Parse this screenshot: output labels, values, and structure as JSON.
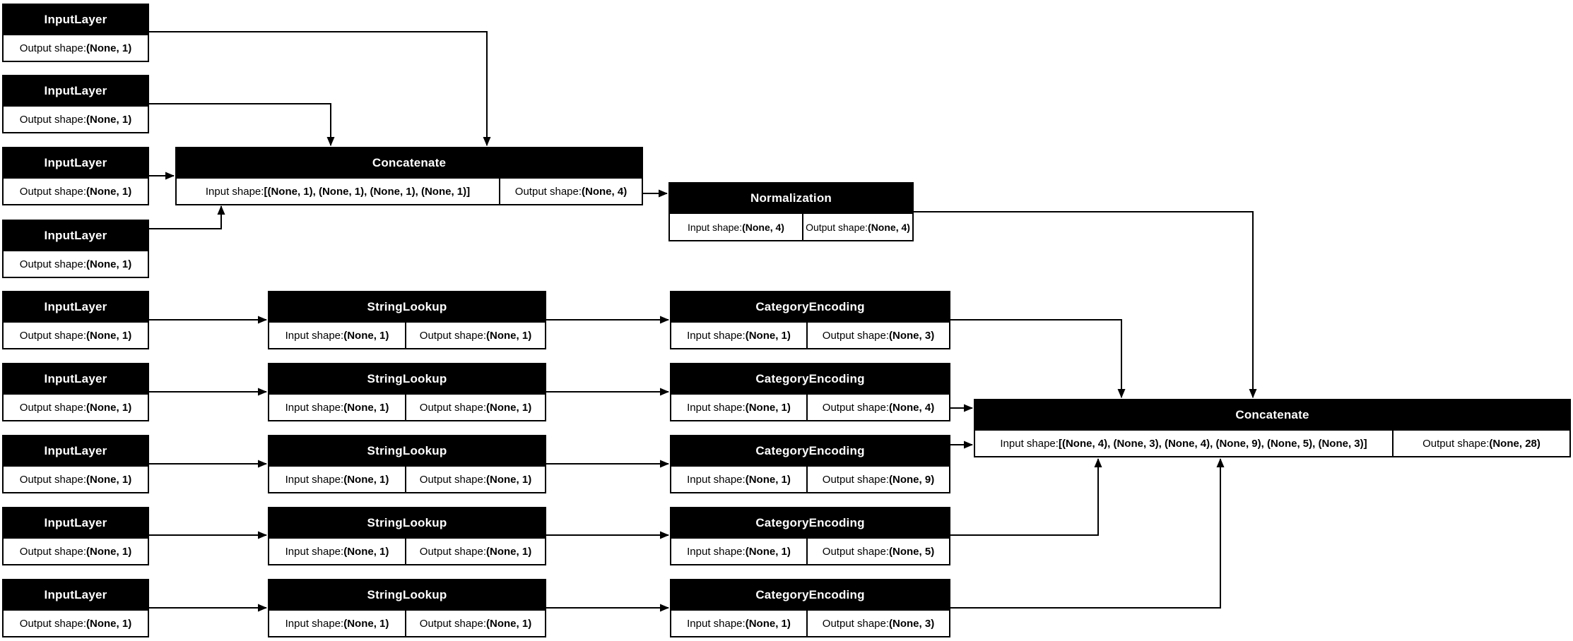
{
  "colors": {
    "title_bg": "#000000",
    "title_text": "#ffffff",
    "cell_bg": "#ffffff",
    "border": "#000000",
    "background": "#ffffff"
  },
  "labels": {
    "input_prefix": "Input shape: ",
    "output_prefix": "Output shape: "
  },
  "nodes": {
    "il1": {
      "title": "InputLayer",
      "out_label": "Output shape: ",
      "out_value": "(None, 1)"
    },
    "il2": {
      "title": "InputLayer",
      "out_label": "Output shape: ",
      "out_value": "(None, 1)"
    },
    "il3": {
      "title": "InputLayer",
      "out_label": "Output shape: ",
      "out_value": "(None, 1)"
    },
    "il4": {
      "title": "InputLayer",
      "out_label": "Output shape: ",
      "out_value": "(None, 1)"
    },
    "il5": {
      "title": "InputLayer",
      "out_label": "Output shape: ",
      "out_value": "(None, 1)"
    },
    "il6": {
      "title": "InputLayer",
      "out_label": "Output shape: ",
      "out_value": "(None, 1)"
    },
    "il7": {
      "title": "InputLayer",
      "out_label": "Output shape: ",
      "out_value": "(None, 1)"
    },
    "il8": {
      "title": "InputLayer",
      "out_label": "Output shape: ",
      "out_value": "(None, 1)"
    },
    "il9": {
      "title": "InputLayer",
      "out_label": "Output shape: ",
      "out_value": "(None, 1)"
    },
    "concat1": {
      "title": "Concatenate",
      "in_label": "Input shape: ",
      "in_value": "[(None, 1), (None, 1), (None, 1), (None, 1)]",
      "out_label": "Output shape: ",
      "out_value": "(None, 4)"
    },
    "norm": {
      "title": "Normalization",
      "in_label": "Input shape: ",
      "in_value": "(None, 4)",
      "out_label": "Output shape: ",
      "out_value": "(None, 4)"
    },
    "sl1": {
      "title": "StringLookup",
      "in_label": "Input shape: ",
      "in_value": "(None, 1)",
      "out_label": "Output shape: ",
      "out_value": "(None, 1)"
    },
    "sl2": {
      "title": "StringLookup",
      "in_label": "Input shape: ",
      "in_value": "(None, 1)",
      "out_label": "Output shape: ",
      "out_value": "(None, 1)"
    },
    "sl3": {
      "title": "StringLookup",
      "in_label": "Input shape: ",
      "in_value": "(None, 1)",
      "out_label": "Output shape: ",
      "out_value": "(None, 1)"
    },
    "sl4": {
      "title": "StringLookup",
      "in_label": "Input shape: ",
      "in_value": "(None, 1)",
      "out_label": "Output shape: ",
      "out_value": "(None, 1)"
    },
    "sl5": {
      "title": "StringLookup",
      "in_label": "Input shape: ",
      "in_value": "(None, 1)",
      "out_label": "Output shape: ",
      "out_value": "(None, 1)"
    },
    "ce1": {
      "title": "CategoryEncoding",
      "in_label": "Input shape: ",
      "in_value": "(None, 1)",
      "out_label": "Output shape: ",
      "out_value": "(None, 3)"
    },
    "ce2": {
      "title": "CategoryEncoding",
      "in_label": "Input shape: ",
      "in_value": "(None, 1)",
      "out_label": "Output shape: ",
      "out_value": "(None, 4)"
    },
    "ce3": {
      "title": "CategoryEncoding",
      "in_label": "Input shape: ",
      "in_value": "(None, 1)",
      "out_label": "Output shape: ",
      "out_value": "(None, 9)"
    },
    "ce4": {
      "title": "CategoryEncoding",
      "in_label": "Input shape: ",
      "in_value": "(None, 1)",
      "out_label": "Output shape: ",
      "out_value": "(None, 5)"
    },
    "ce5": {
      "title": "CategoryEncoding",
      "in_label": "Input shape: ",
      "in_value": "(None, 1)",
      "out_label": "Output shape: ",
      "out_value": "(None, 3)"
    },
    "concat2": {
      "title": "Concatenate",
      "in_label": "Input shape: ",
      "in_value": "[(None, 4), (None, 3), (None, 4), (None, 9), (None, 5), (None, 3)]",
      "out_label": "Output shape: ",
      "out_value": "(None, 28)"
    }
  }
}
